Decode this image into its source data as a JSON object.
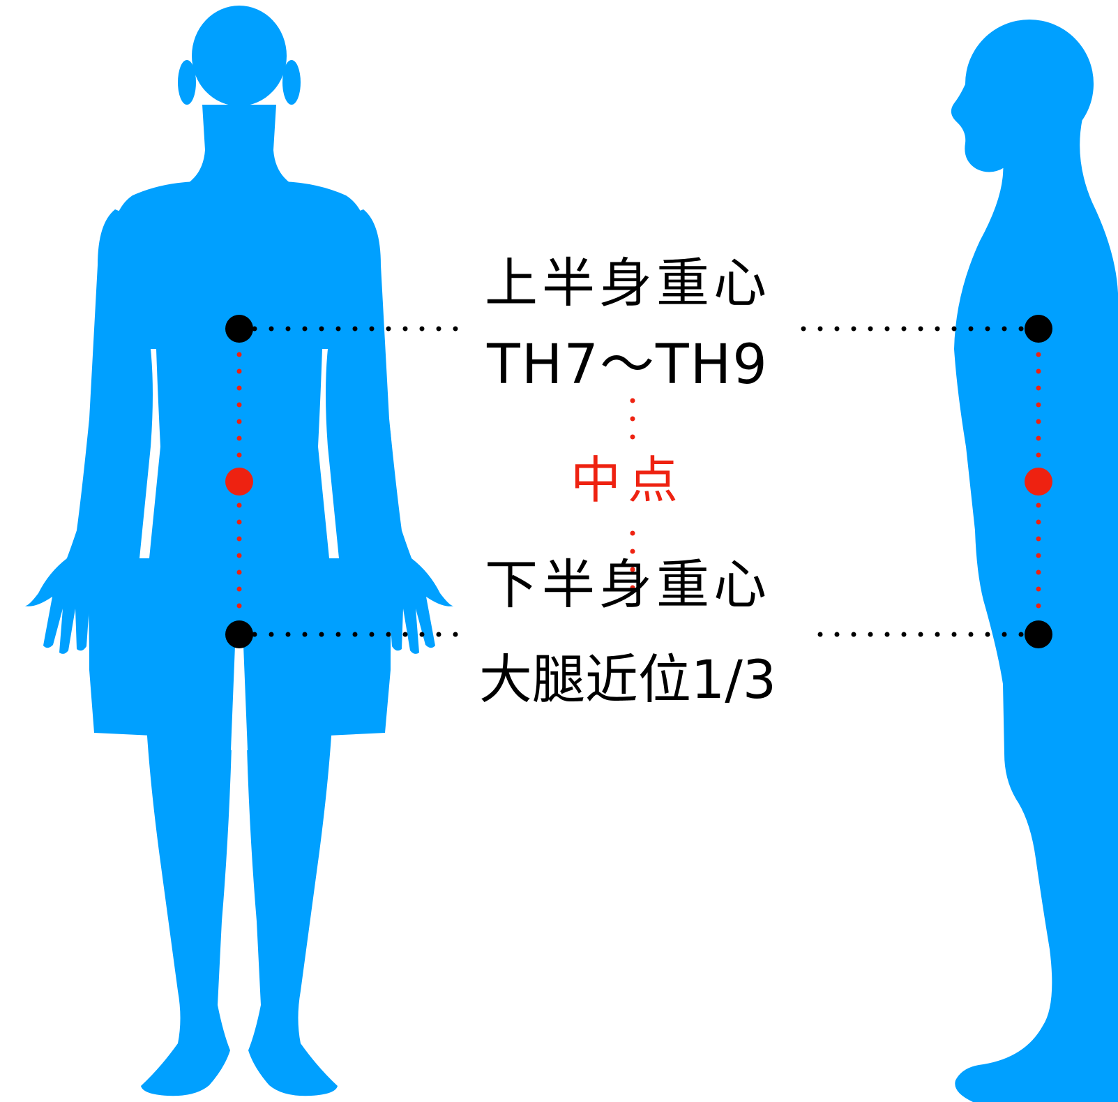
{
  "colors": {
    "figure": "#00A0FF",
    "line": "#000000",
    "accent": "#EE2211",
    "background": "#FFFFFF"
  },
  "labels": {
    "upper_title": "上半身重心",
    "upper_range": "TH7～TH9",
    "midpoint": "中点",
    "lower_title": "下半身重心",
    "lower_range": "大腿近位1/3"
  }
}
